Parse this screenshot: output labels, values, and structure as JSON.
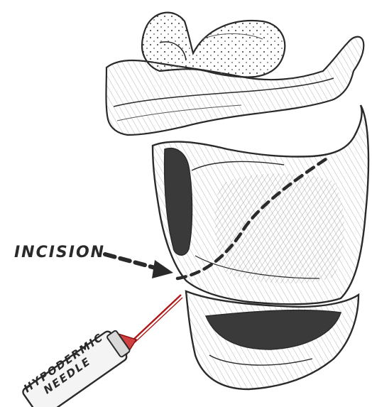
{
  "labels": {
    "incision": "INCISION",
    "needle_line1": "HYPODERMIC",
    "needle_line2": "NEEDLE"
  },
  "colors": {
    "ink": "#2a2a2a",
    "shading": "#8a8a8a",
    "light_shading": "#c9c9c9",
    "dark_fill": "#3a3a3a",
    "needle_red": "#b01818",
    "background": "#ffffff"
  }
}
